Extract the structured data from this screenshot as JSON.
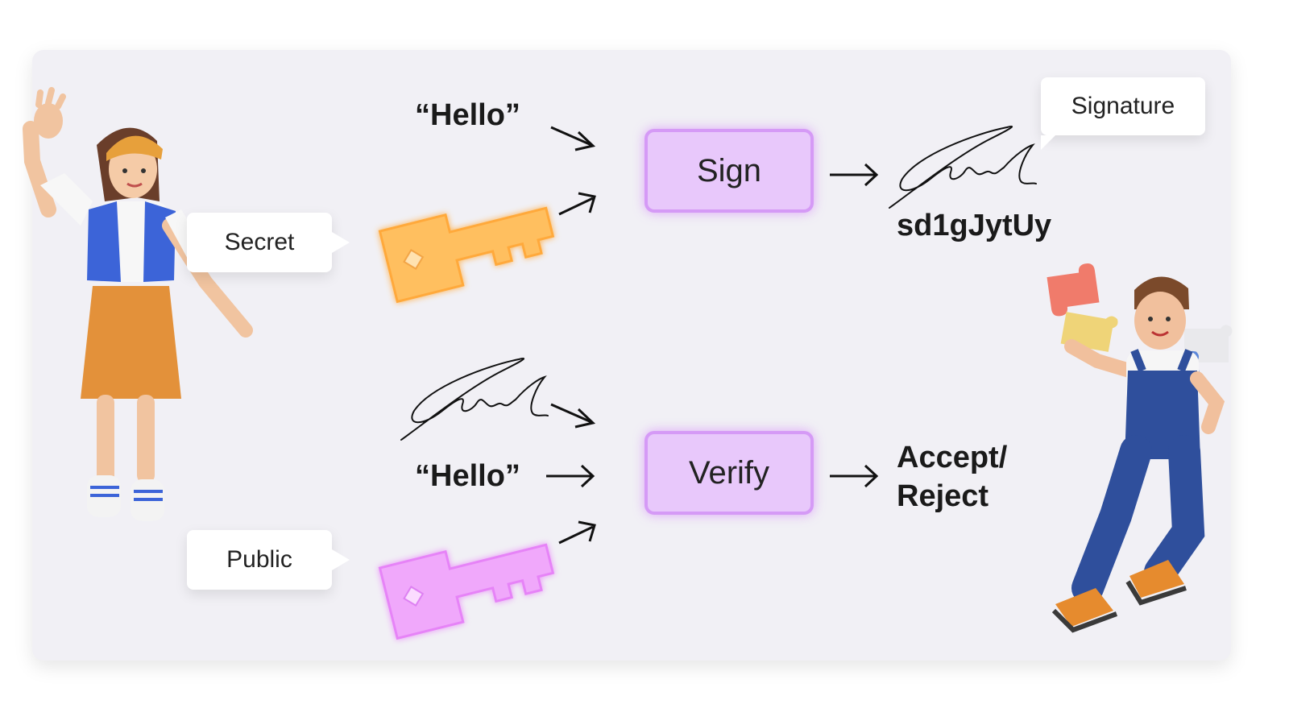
{
  "labels": {
    "secret": "Secret",
    "public": "Public",
    "signature": "Signature",
    "message_top": "“Hello”",
    "message_bottom": "“Hello”",
    "sign": "Sign",
    "verify": "Verify",
    "signature_value": "sd1gJytUy",
    "result_line1": "Accept/",
    "result_line2": "Reject"
  },
  "colors": {
    "panel": "#f1f0f5",
    "button_fill": "#e8c8fb",
    "button_border": "#d59af6",
    "secret_key": "#ffbf5e",
    "public_key": "#f0a8fb"
  },
  "icons": {
    "person_left": "woman-waving-figure",
    "person_right": "man-with-puzzle-pieces-figure",
    "secret_key": "orange-key-icon",
    "public_key": "pink-key-icon",
    "signature": "handwritten-signature-icon"
  }
}
